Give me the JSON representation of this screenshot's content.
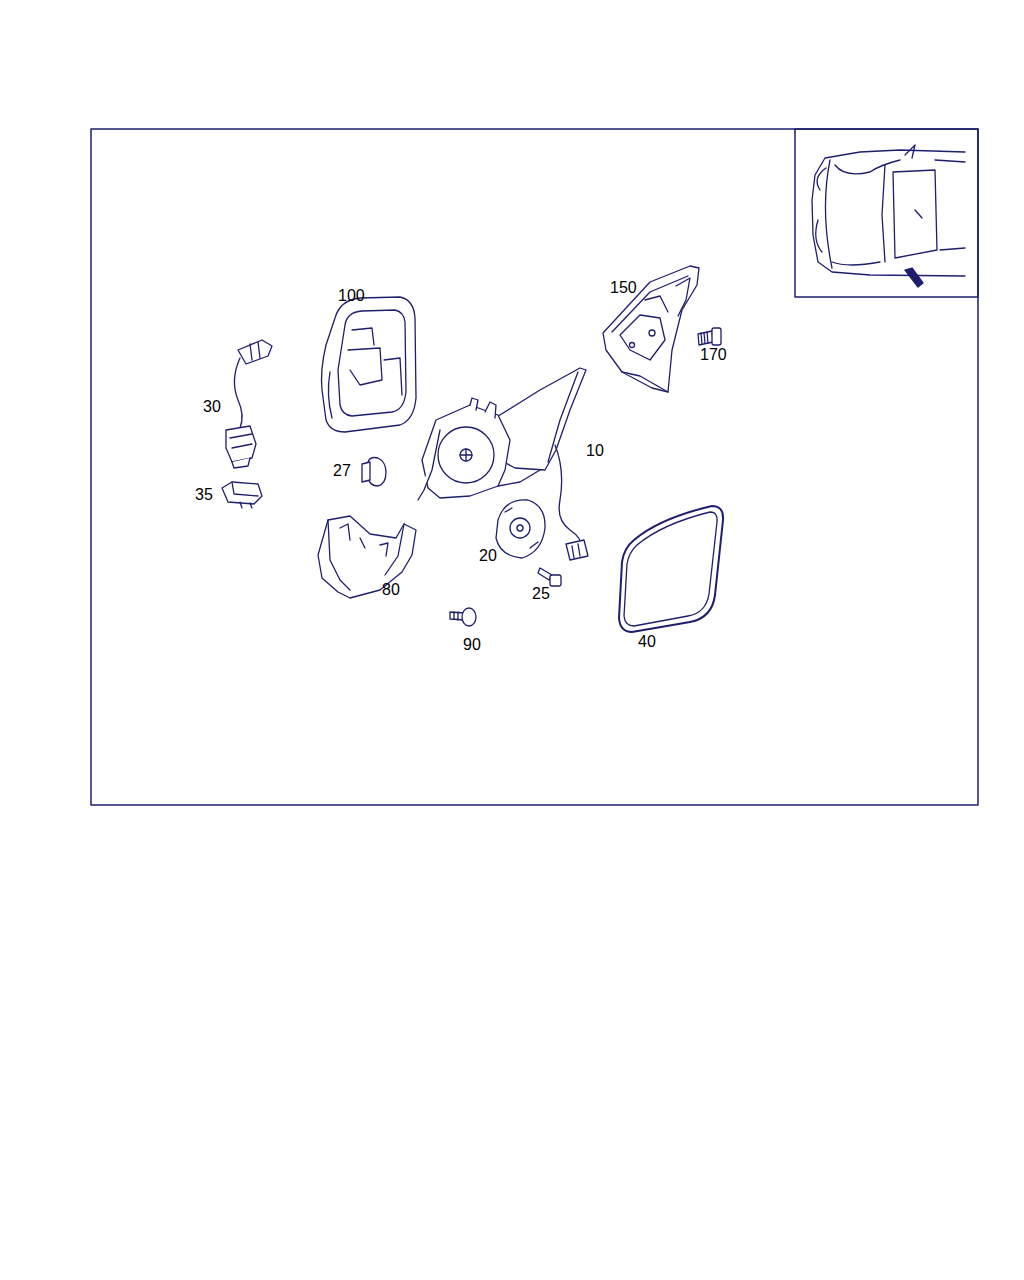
{
  "diagram": {
    "labels": [
      "150",
      "100",
      "170",
      "30",
      "10",
      "27",
      "35",
      "20",
      "80",
      "25",
      "40",
      "90"
    ]
  }
}
